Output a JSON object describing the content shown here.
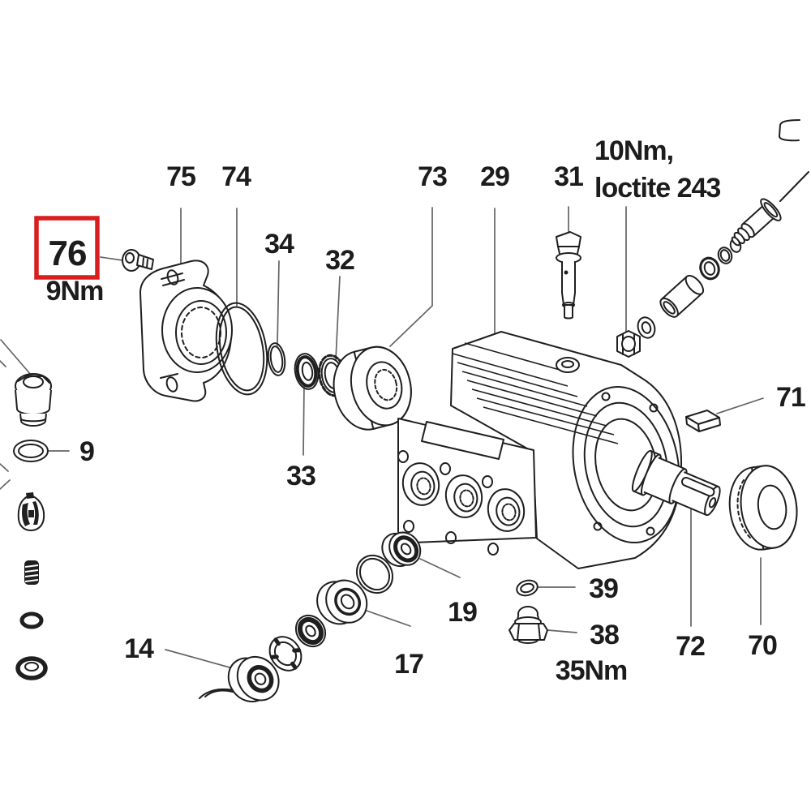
{
  "diagram": {
    "kind": "exploded-parts-diagram",
    "background": "#ffffff",
    "line_color": "#1f1f1f",
    "leader_color": "#646464",
    "highlight_color": "#d81e1e",
    "highlighted_part": "76",
    "callouts": {
      "part_75": "75",
      "part_74": "74",
      "part_34": "34",
      "part_32": "32",
      "part_73": "73",
      "part_29": "29",
      "part_31": "31",
      "part_76": "76",
      "part_76_torque": "9Nm",
      "valve_torque_line1": "10Nm,",
      "valve_torque_line2": "loctite 243",
      "part_71": "71",
      "part_9": "9",
      "part_33": "33",
      "part_14": "14",
      "part_17": "17",
      "part_19": "19",
      "part_39": "39",
      "part_38": "38",
      "part_38_torque": "35Nm",
      "part_72": "72",
      "part_70": "70"
    }
  }
}
